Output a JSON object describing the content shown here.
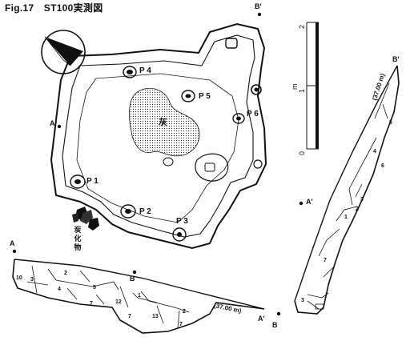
{
  "figure": {
    "title": "Fig.17　ST100実測図"
  },
  "plan": {
    "posts": [
      "P 1",
      "P 2",
      "P 3",
      "P 4",
      "P 5",
      "P 6"
    ],
    "ash_label": "灰",
    "charcoal_label": "炭化物"
  },
  "section_points": {
    "a_left": "A",
    "a_right": "A'",
    "b_top": "B'",
    "b_bottom": "B",
    "a_section_left": "A",
    "a_section_right": "A'",
    "b_section_right": "B'",
    "b_section_bottom": "B"
  },
  "scale_bar": {
    "labels": [
      "0",
      "1",
      "2"
    ],
    "unit": "m"
  },
  "section_a": {
    "elevation": "(37.00 m)",
    "layers": [
      "2",
      "3",
      "4",
      "5",
      "7",
      "10",
      "12",
      "13",
      "7",
      "2",
      "1",
      "7"
    ]
  },
  "section_b": {
    "elevation": "(37.00 m)",
    "layers": [
      "5",
      "4",
      "6",
      "3",
      "1",
      "7",
      "3",
      "2"
    ]
  }
}
